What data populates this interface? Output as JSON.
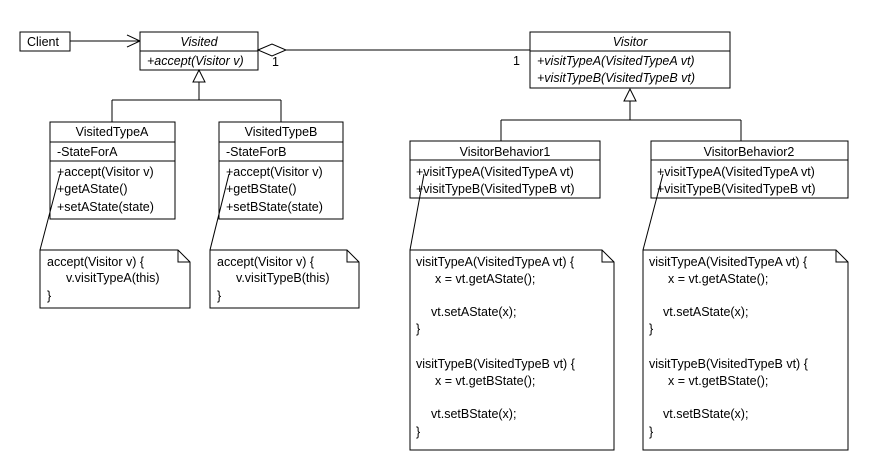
{
  "client": {
    "label": "Client"
  },
  "visited": {
    "name": "Visited",
    "method": "+accept(Visitor v)"
  },
  "visitor": {
    "name": "Visitor",
    "methods": [
      "+visitTypeA(VisitedTypeA vt)",
      "+visitTypeB(VisitedTypeB vt)"
    ]
  },
  "association": {
    "left_multiplicity": "1",
    "right_multiplicity": "1"
  },
  "visited_type_a": {
    "name": "VisitedTypeA",
    "attribute": "-StateForA",
    "methods": [
      "+accept(Visitor v)",
      "+getAState()",
      "+setAState(state)"
    ]
  },
  "visited_type_b": {
    "name": "VisitedTypeB",
    "attribute": "-StateForB",
    "methods": [
      "+accept(Visitor v)",
      "+getBState()",
      "+setBState(state)"
    ]
  },
  "visitor_behavior_1": {
    "name": "VisitorBehavior1",
    "methods": [
      "+visitTypeA(VisitedTypeA vt)",
      "+visitTypeB(VisitedTypeB vt)"
    ]
  },
  "visitor_behavior_2": {
    "name": "VisitorBehavior2",
    "methods": [
      "+visitTypeA(VisitedTypeA vt)",
      "+visitTypeB(VisitedTypeB vt)"
    ]
  },
  "note_a": {
    "lines": [
      "accept(Visitor v) {",
      "v.visitTypeA(this)",
      "}"
    ]
  },
  "note_b": {
    "lines": [
      "accept(Visitor v) {",
      "v.visitTypeB(this)",
      "}"
    ]
  },
  "note_vb1": {
    "lines": [
      "visitTypeA(VisitedTypeA vt) {",
      "x = vt.getAState();",
      "vt.setAState(x);",
      "}",
      "visitTypeB(VisitedTypeB vt) {",
      "x = vt.getBState();",
      "vt.setBState(x);",
      "}"
    ]
  },
  "note_vb2": {
    "lines": [
      "visitTypeA(VisitedTypeA vt) {",
      "x = vt.getAState();",
      "vt.setAState(x);",
      "}",
      "visitTypeB(VisitedTypeB vt) {",
      "x = vt.getBState();",
      "vt.setBState(x);",
      "}"
    ]
  }
}
